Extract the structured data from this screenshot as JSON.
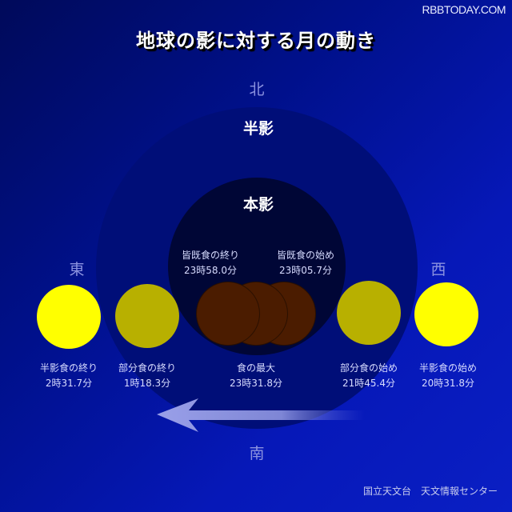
{
  "header": {
    "brand": "RBBTODAY.COM",
    "title": "地球の影に対する月の動き"
  },
  "directions": {
    "north": "北",
    "south": "南",
    "east": "東",
    "west": "西"
  },
  "zones": {
    "penumbra": "半影",
    "umbra": "本影"
  },
  "colors": {
    "background": "#0614a8",
    "penumbra": "#000e78",
    "umbra": "#000636",
    "moon_full": "#ffff00",
    "moon_partial": "#b8b000",
    "moon_total": "#4b1c00",
    "arrow": "#8c93e0"
  },
  "events": {
    "penumbral_end": {
      "name": "半影食の終り",
      "time": "2時31.7分"
    },
    "partial_end": {
      "name": "部分食の終り",
      "time": "1時18.3分"
    },
    "total_end": {
      "name": "皆既食の終り",
      "time": "23時58.0分"
    },
    "maximum": {
      "name": "食の最大",
      "time": "23時31.8分"
    },
    "total_start": {
      "name": "皆既食の始め",
      "time": "23時05.7分"
    },
    "partial_start": {
      "name": "部分食の始め",
      "time": "21時45.4分"
    },
    "penumbral_start": {
      "name": "半影食の始め",
      "time": "20時31.8分"
    }
  },
  "arrow": {
    "direction": "west-to-east",
    "icon": "left-arrow-icon"
  },
  "footer": {
    "credit": "国立天文台　天文情報センター"
  }
}
